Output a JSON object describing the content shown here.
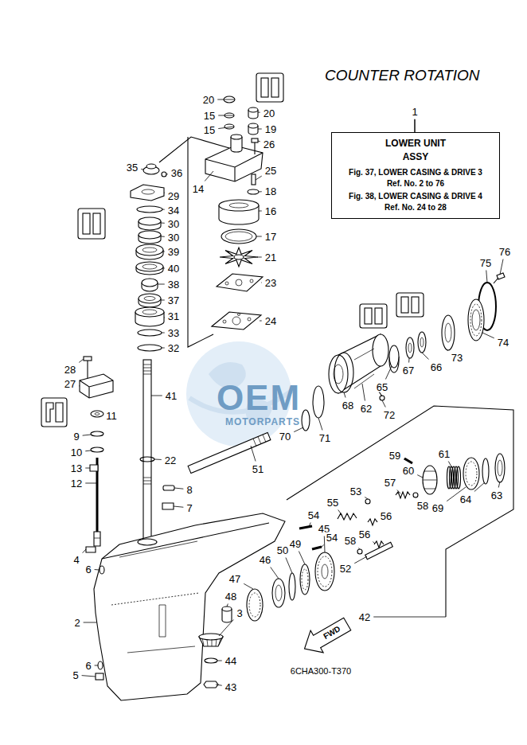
{
  "diagram": {
    "title": "COUNTER ROTATION",
    "nodes": [
      {
        "text": [
          "LOWER UNIT",
          "ASSY",
          "Fig. 37, LOWER CASING & DRIVE 3",
          "Ref. No. 2 to 76",
          "Fig. 38, LOWER CASING & DRIVE 4",
          "Ref. No. 24 to 28"
        ]
      }
    ],
    "labels": [
      "1",
      "20",
      "15",
      "15",
      "20",
      "19",
      "26",
      "14",
      "25",
      "18",
      "16",
      "17",
      "21",
      "23",
      "24",
      "35",
      "36",
      "29",
      "34",
      "30",
      "30",
      "39",
      "40",
      "38",
      "37",
      "31",
      "33",
      "32",
      "28",
      "27",
      "11",
      "9",
      "10",
      "13",
      "12",
      "41",
      "22",
      "8",
      "7",
      "4",
      "6",
      "2",
      "5",
      "6",
      "51",
      "70",
      "71",
      "68",
      "62",
      "72",
      "65",
      "67",
      "66",
      "73",
      "74",
      "75",
      "76",
      "59",
      "61",
      "60",
      "57",
      "53",
      "55",
      "58",
      "69",
      "64",
      "63",
      "54",
      "56",
      "45",
      "56",
      "54",
      "58",
      "49",
      "50",
      "46",
      "52",
      "47",
      "48",
      "3",
      "42",
      "44",
      "43",
      "FWD",
      "6CHA300-T370",
      "OEM",
      "MOTORPARTS"
    ]
  }
}
